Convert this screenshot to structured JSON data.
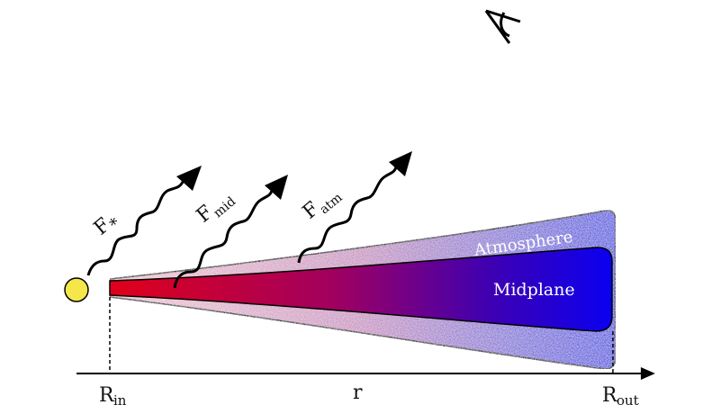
{
  "diagram": {
    "radiation_labels": {
      "stellar": {
        "main": "F",
        "sub": "*"
      },
      "midplane": {
        "main": "F",
        "sub": "mid"
      },
      "atmosphere": {
        "main": "F",
        "sub": "atm"
      }
    },
    "region_labels": {
      "atmosphere": "Atmosphere",
      "midplane": "Midplane"
    },
    "axis": {
      "variable": "r",
      "inner": {
        "main": "R",
        "sub": "in"
      },
      "outer": {
        "main": "R",
        "sub": "out"
      }
    },
    "colors": {
      "star": "#f5e64a",
      "disk_inner": "#e0001a",
      "disk_outer": "#0a00f0",
      "atmosphere_inner": "#e8a8b8",
      "atmosphere_outer": "#6060e0",
      "arrow": "#000000",
      "observer": "#000000"
    },
    "icons": {
      "observer": "eye-icon",
      "star": "star-circle"
    }
  }
}
